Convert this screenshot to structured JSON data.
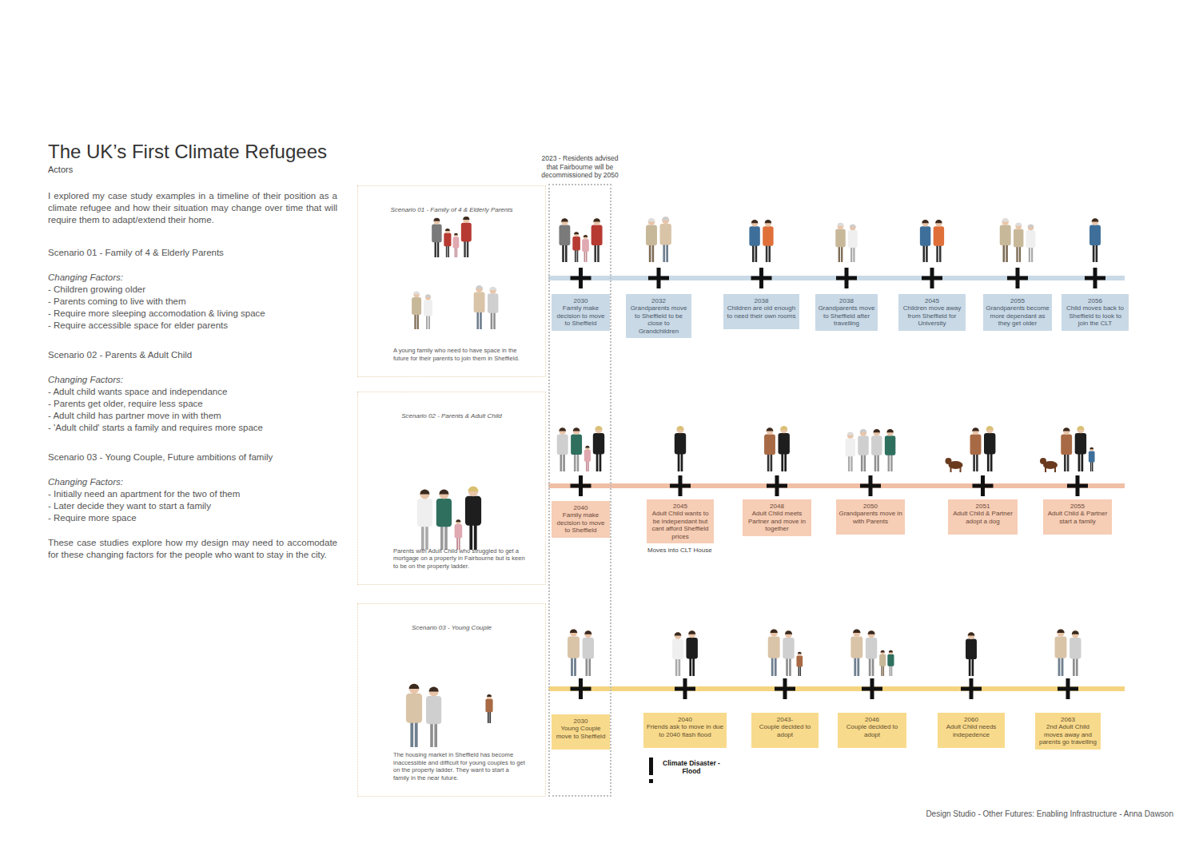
{
  "diagram": {
    "title": "The UK’s First Climate Refugees",
    "nodes": [
      {
        "text": [
          "2023 - Residents advised that Fairbourne will be decommissioned by 2050"
        ]
      },
      {
        "text": [
          "Scenario 01 - Family of 4 & Elderly Parents",
          "A young family who need to have space in the future for their parents to join them in Sheffield."
        ]
      },
      {
        "text": [
          "2030",
          "Family make decision to move to Sheffield"
        ],
        "in": 0
      },
      {
        "text": [
          "2032",
          "Grandparents move to Sheffield to be close to Grandchildren"
        ]
      },
      {
        "text": [
          "2038",
          "Children are old enough to need their own rooms"
        ]
      },
      {
        "text": [
          "2038",
          "Grandparents move to Sheffield after travelling"
        ]
      },
      {
        "text": [
          "2045",
          "Children move away from Sheffield for University"
        ]
      },
      {
        "text": [
          "2055",
          "Grandparents become more dependant as they get older"
        ]
      },
      {
        "text": [
          "2056",
          "Child moves back to Sheffield to look to join the CLT"
        ]
      },
      {
        "text": [
          "Scenario 02 - Parents & Adult Child",
          "Parents with Adult Child who struggled to get a mortgage on a property in Fairbourne but is keen to be on the property ladder."
        ]
      },
      {
        "text": [
          "2040",
          "Family make decision to move to Sheffield"
        ],
        "in": 0
      },
      {
        "text": [
          "2045",
          "Adult Child wants to be independant but cant afford Sheffield prices"
        ]
      },
      {
        "text": [
          "2048",
          "Adult Child meets Partner and move in together"
        ]
      },
      {
        "text": [
          "2050",
          "Grandparents move in with Parents"
        ]
      },
      {
        "text": [
          "2051",
          "Adult Child & Partner adopt a dog"
        ]
      },
      {
        "text": [
          "2055",
          "Adult Child & Partner start a family"
        ]
      },
      {
        "text": [
          "Scenario 03 - Young Couple",
          "The housing market in Sheffield has become inaccessible and difficult for young couples to get on the property ladder. They want to start a family in the near future."
        ]
      },
      {
        "text": [
          "2030",
          "Young Couple move to Sheffield"
        ],
        "in": 0
      },
      {
        "text": [
          "2040",
          "Friends ask to move in due to 2040 flash flood"
        ]
      },
      {
        "text": [
          "2043-",
          "Couple decided to adopt"
        ]
      },
      {
        "text": [
          "2046",
          "Couple decided to adopt"
        ]
      },
      {
        "text": [
          "2060",
          "Adult Child needs indepedence"
        ]
      },
      {
        "text": [
          "2063",
          "2nd Adult Child moves away and parents go travelling"
        ]
      }
    ],
    "labels": [
      "Actors",
      "I explored my case study examples in a timeline of their position as a climate refugee and how their situation may change over time that will require them to adapt/extend their home.",
      "Scenario 01 - Family of 4 & Elderly Parents",
      "Changing Factors:",
      "- Children growing older",
      "- Parents coming to live with them",
      "- Require more sleeping accomodation & living space",
      "- Require accessible space for elder parents",
      "Scenario 02 - Parents & Adult Child",
      "Changing Factors:",
      "- Adult child wants space and independance",
      "- Parents get older, require less space",
      "- Adult child has partner move in with them",
      "- 'Adult child' starts a family and requires more space",
      "Scenario 03 - Young Couple, Future ambitions of family",
      "Changing Factors:",
      "- Initially need an apartment for the two of them",
      "- Later decide they want to start a family",
      "- Require more space",
      "These case studies explore how my design may need to accomodate for these changing factors for the people who want to stay in the city.",
      "Moves into CLT House",
      "Climate Disaster - Flood",
      "Design Studio - Other Futures: Enabling Infrastructure - Anna Dawson"
    ]
  }
}
